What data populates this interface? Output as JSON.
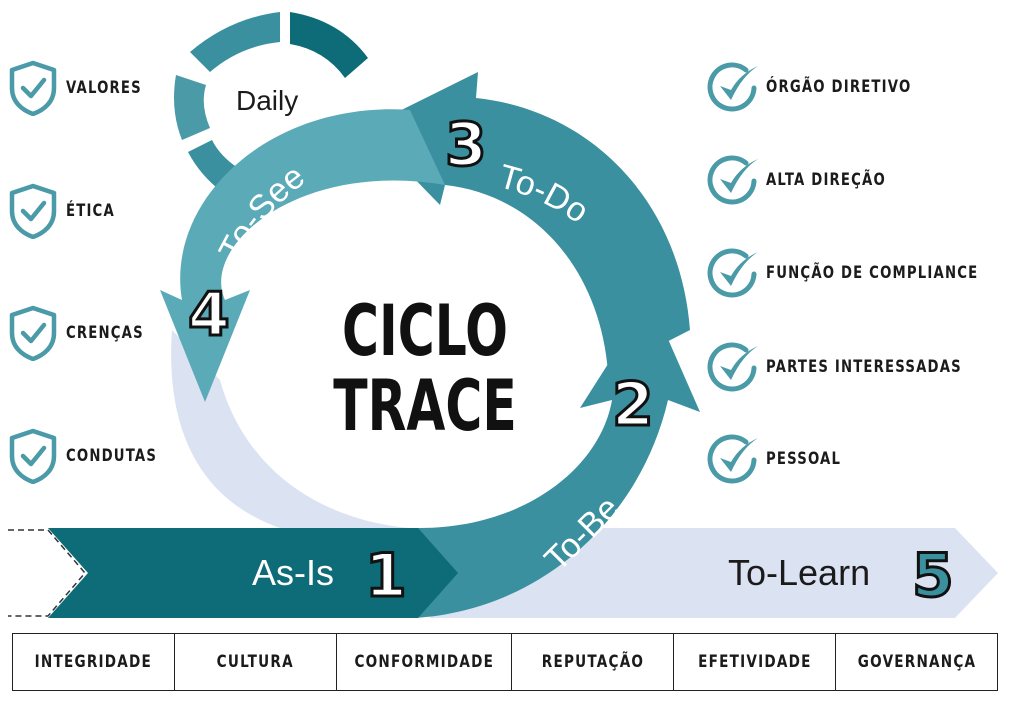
{
  "center_title": [
    "CICLO",
    "TRACE"
  ],
  "daily_label": "Daily",
  "stages": {
    "as_is": {
      "label": "As-Is",
      "number": "1"
    },
    "to_be": {
      "label": "To-Be",
      "number": "2"
    },
    "to_do": {
      "label": "To-Do",
      "number": "3"
    },
    "to_see": {
      "label": "To-See",
      "number": "4"
    },
    "to_learn": {
      "label": "To-Learn",
      "number": "5"
    }
  },
  "left_items": [
    "VALORES",
    "ÉTICA",
    "CRENÇAS",
    "CONDUTAS"
  ],
  "right_items": [
    "ÓRGÃO DIRETIVO",
    "ALTA DIREÇÃO",
    "FUNÇÃO DE COMPLIANCE",
    "PARTES INTERESSADAS",
    "PESSOAL"
  ],
  "footer_items": [
    "INTEGRIDADE",
    "CULTURA",
    "CONFORMIDADE",
    "REPUTAÇÃO",
    "EFETIVIDADE",
    "GOVERNANÇA"
  ],
  "colors": {
    "dark_teal": "#0e6b78",
    "mid_teal": "#3a909f",
    "light_teal": "#5aaab7",
    "pale_blue": "#dbe3f3",
    "icon_teal": "#4a9aa8"
  }
}
